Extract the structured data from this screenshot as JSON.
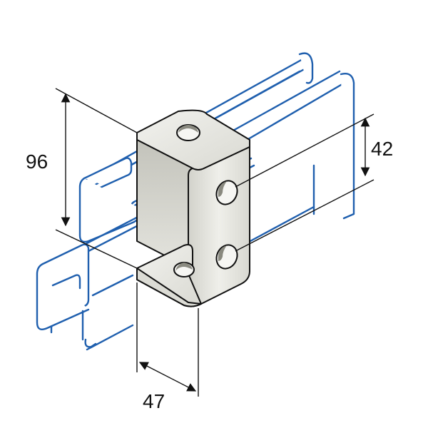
{
  "drawing": {
    "dimensions": {
      "height_total": "96",
      "hole_spacing": "42",
      "width": "47"
    },
    "colors": {
      "channel_outline": "#1f5fae",
      "bracket_face_light": "#ebebe6",
      "bracket_face_mid": "#d6d6cf",
      "bracket_face_dark": "#b9b9b1",
      "dimension_lines": "#111111"
    }
  }
}
